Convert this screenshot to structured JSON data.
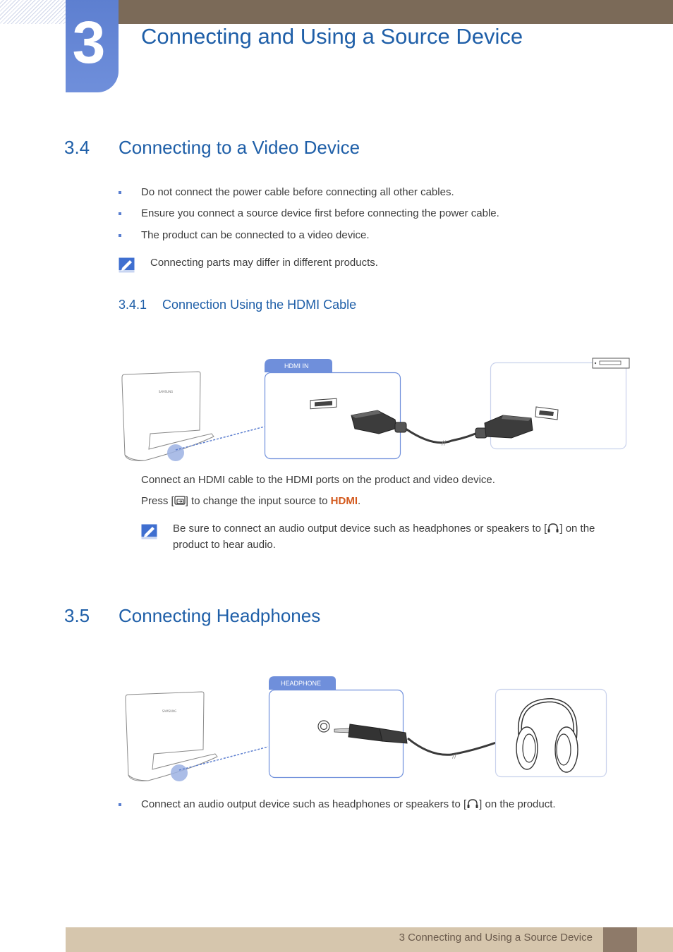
{
  "header": {
    "chapter_number": "3",
    "chapter_title": "Connecting and Using a Source Device"
  },
  "section_3_4": {
    "number": "3.4",
    "title": "Connecting to a Video Device",
    "bullets": [
      "Do not connect the power cable before connecting all other cables.",
      "Ensure you connect a source device first before connecting the power cable.",
      "The product can be connected to a video device."
    ],
    "note": "Connecting parts may differ in different products."
  },
  "subsection_3_4_1": {
    "number": "3.4.1",
    "title": "Connection Using the HDMI Cable",
    "port_label": "HDMI IN",
    "monitor_brand": "SAMSUNG",
    "instruction": "Connect an HDMI cable to the HDMI ports on the product and video device.",
    "press_before": "Press [",
    "press_after": "] to change the input source to ",
    "press_highlight": "HDMI",
    "press_end": ".",
    "note_before": "Be sure to connect an audio output device such as headphones or speakers to [",
    "note_after": "] on the",
    "note_line2": "product to hear audio."
  },
  "section_3_5": {
    "number": "3.5",
    "title": "Connecting Headphones",
    "port_label": "HEADPHONE",
    "monitor_brand": "SAMSUNG",
    "bullet_before": "Connect an audio output device such as headphones or speakers to [",
    "bullet_after": "] on the product."
  },
  "footer": {
    "text": "3 Connecting and Using a Source Device"
  },
  "colors": {
    "heading_blue": "#1f5fa8",
    "accent_blue": "#5d7fd0",
    "highlight_orange": "#d35a1e",
    "header_brown": "#7b6a58",
    "footer_tan": "#d6c6ad"
  }
}
